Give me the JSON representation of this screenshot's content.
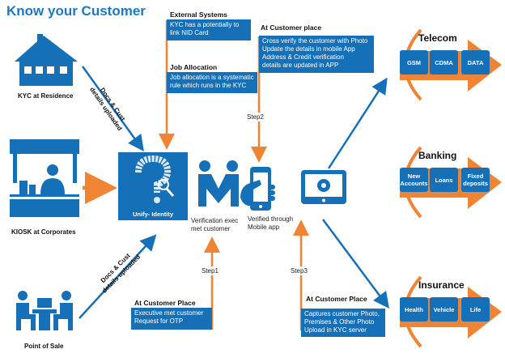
{
  "title": "Know your Customer",
  "sources": {
    "residence": "KYC at Residence",
    "kiosk": "KIOSK at Corporates",
    "pos": "Point of Sale"
  },
  "flow_labels": {
    "residence_line1": "Docs & Cust",
    "residence_line2": "details uploaded",
    "pos_line1": "Docs & Cust",
    "pos_line2": "details uploaded"
  },
  "hub": {
    "label": "Unify- Identity"
  },
  "external": {
    "heading": "External Systems",
    "text": "KYC has a potentially to link NID Card"
  },
  "job": {
    "heading": "Job Allocation",
    "text": "Job allocation is a systematic rule which runs in the KYC"
  },
  "step2_box": {
    "heading": "At Customer place",
    "lines": [
      "Cross verify the customer with Photo",
      "Update the details in mobile App",
      "Address & Credit verification",
      "details are updated in APP"
    ]
  },
  "step1_box": {
    "heading": "At Customer Place",
    "lines": [
      "Executive met customer",
      "Request for OTP"
    ]
  },
  "step3_box": {
    "heading": "At Customer Place",
    "lines": [
      "Captures customer Photo,",
      "Premises & Other Photo",
      "Upload in KYC server"
    ]
  },
  "steps": {
    "step1": "Step1",
    "step2": "Step2",
    "step3": "Step3"
  },
  "icons_text": {
    "verification_line1": "Verification exec",
    "verification_line2": "met customer",
    "mobile_line1": "Verified through",
    "mobile_line2": "Mobile app"
  },
  "sectors": [
    {
      "name": "Telecom",
      "items": [
        "GSM",
        "CDMA",
        "DATA"
      ]
    },
    {
      "name": "Banking",
      "items": [
        "New Accounts",
        "Loans",
        "Fixed deposits"
      ]
    },
    {
      "name": "Insurance",
      "items": [
        "Health",
        "Vehicle",
        "Life"
      ]
    }
  ],
  "colors": {
    "blue": "#1570b8",
    "orange": "#ee8434",
    "text": "#111111"
  }
}
